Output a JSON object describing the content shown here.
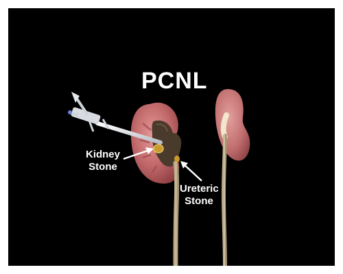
{
  "title": "PCNL",
  "labels": {
    "kidney_stone": [
      "Kidney",
      "Stone"
    ],
    "ureteric_stone": [
      "Ureteric",
      "Stone"
    ]
  },
  "colors": {
    "background": "#000000",
    "text": "#ffffff",
    "kidney": "#c0686a",
    "stone": "#c99a2e",
    "ureter": "#d8c9a9"
  }
}
